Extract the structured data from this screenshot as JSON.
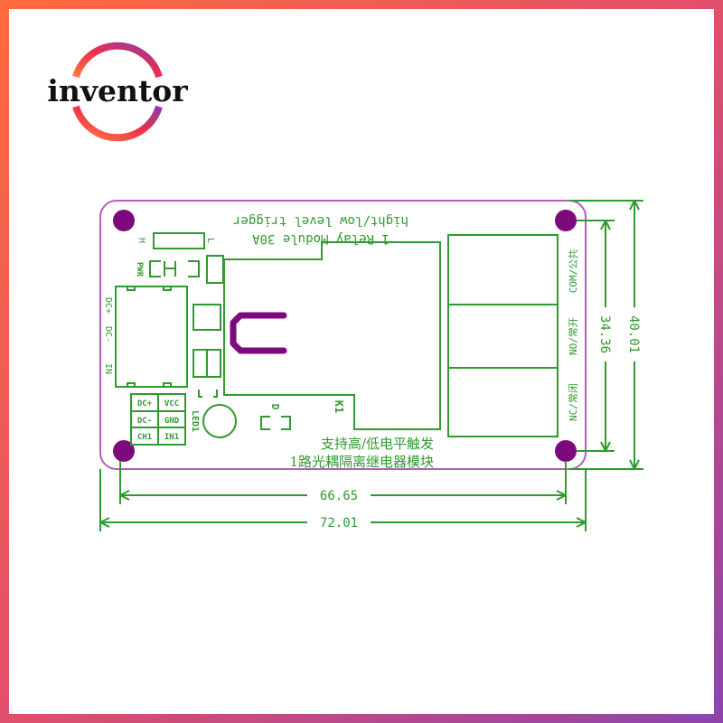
{
  "brand": {
    "logo_text": "inventor"
  },
  "colors": {
    "trace": "#2f9a2f",
    "board_outline": "#b060b8",
    "holes": "#7d0a7d",
    "frame_start": "#ff6a3d",
    "frame_end": "#8e44ad"
  },
  "board": {
    "title_line1": "hight/low level trigger",
    "title_line2": "1 Relay Module 30A",
    "resistor_labels": {
      "high": "H",
      "low": "L"
    },
    "pwr_label": "PWR",
    "opto_labels": [
      "DC+",
      "DC-",
      "IN"
    ],
    "header_pins": [
      [
        "DC+",
        "VCC"
      ],
      [
        "DC-",
        "GND"
      ],
      [
        "CH1",
        "IN1"
      ]
    ],
    "led_label": "LED1",
    "diode_label": "D",
    "relay_label": "K1",
    "terminal_labels": [
      "COM/公共",
      "NO/常开",
      "NC/常闭"
    ],
    "cn_line1": "支持高/低电平触发",
    "cn_line2": "1路光耦隔离继电器模块"
  },
  "dimensions": {
    "hole_spacing_x": "66.65",
    "board_width": "72.01",
    "hole_spacing_y": "34.36",
    "board_height": "40.01"
  }
}
